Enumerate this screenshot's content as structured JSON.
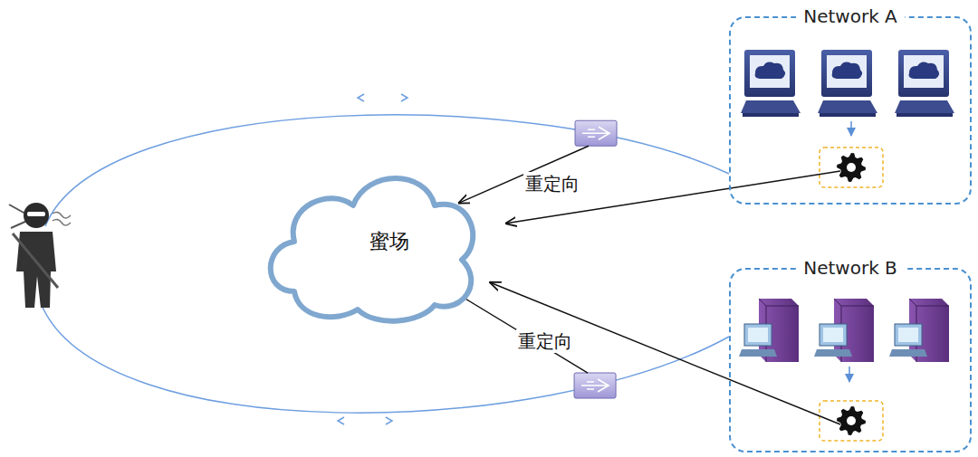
{
  "diagram": {
    "nodes": [
      {
        "text": [
          "蜜场"
        ]
      },
      {
        "text": [
          "Network A"
        ]
      },
      {
        "text": [
          "Network B"
        ]
      }
    ],
    "edges": [
      {
        "from": 1,
        "to": 0,
        "arrow": "to"
      },
      {
        "from": 2,
        "to": 0,
        "arrow": "to"
      }
    ],
    "labels": [
      "重定向",
      "重定向"
    ]
  }
}
